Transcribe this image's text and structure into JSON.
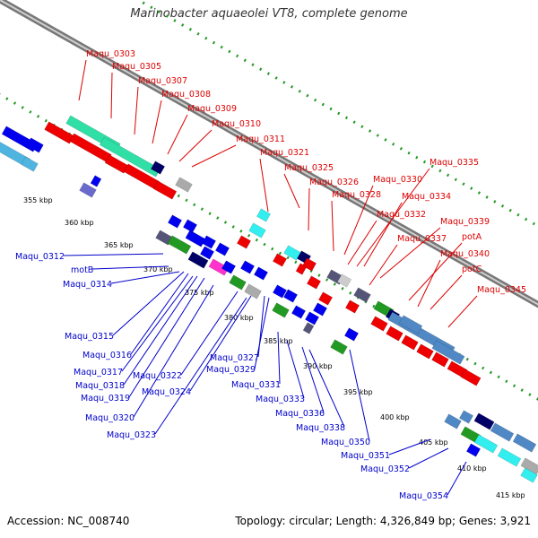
{
  "title": "Marinobacter aquaeolei VT8, complete genome",
  "footer": {
    "accession": "Accession: NC_008740",
    "topology": "Topology: circular; Length: 4,326,849 bp; Genes: 3,921"
  },
  "colors": {
    "backbone": "#808080",
    "forward_label": "#dd0000",
    "reverse_label": "#0000cc",
    "gc_dots": "#229922",
    "forward_gene": "#ee0000",
    "reverse_gene": "#0000ee"
  },
  "scale_labels": [
    "355 kbp",
    "360 kbp",
    "365 kbp",
    "370 kbp",
    "375 kbp",
    "380 kbp",
    "385 kbp",
    "390 kbp",
    "395 kbp",
    "400 kbp",
    "405 kbp",
    "410 kbp",
    "415 kbp"
  ],
  "forward_labels": [
    "Maqu_0303",
    "Maqu_0305",
    "Maqu_0307",
    "Maqu_0308",
    "Maqu_0309",
    "Maqu_0310",
    "Maqu_0311",
    "Maqu_0321",
    "Maqu_0325",
    "Maqu_0326",
    "Maqu_0328",
    "Maqu_0330",
    "Maqu_0335",
    "Maqu_0334",
    "Maqu_0332",
    "Maqu_0339",
    "Maqu_0337",
    "potA",
    "Maqu_0340",
    "potC",
    "Maqu_0345"
  ],
  "reverse_labels": [
    "Maqu_0312",
    "motB",
    "Maqu_0314",
    "Maqu_0315",
    "Maqu_0316",
    "Maqu_0317",
    "Maqu_0318",
    "Maqu_0319",
    "Maqu_0320",
    "Maqu_0322",
    "Maqu_0324",
    "Maqu_0323",
    "Maqu_0327",
    "Maqu_0329",
    "Maqu_0331",
    "Maqu_0333",
    "Maqu_0336",
    "Maqu_0338",
    "Maqu_0350",
    "Maqu_0351",
    "Maqu_0352",
    "Maqu_0354"
  ]
}
